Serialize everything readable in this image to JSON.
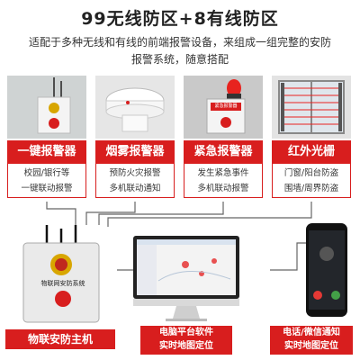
{
  "header": {
    "title": "99无线防区+8有线防区",
    "subtitle": "适配于多种无线和有线的前端报警设备，来组成一组完整的安防报警系统，随意搭配"
  },
  "devices": [
    {
      "label": "一键报警器",
      "desc1": "校园/银行等",
      "desc2": "一键联动报警"
    },
    {
      "label": "烟雾报警器",
      "desc1": "预防火灾报警",
      "desc2": "多机联动通知"
    },
    {
      "label": "紧急报警器",
      "desc1": "发生紧急事件",
      "desc2": "多机联动报警"
    },
    {
      "label": "红外光栅",
      "desc1": "门窗/阳台防盗",
      "desc2": "围墙/周界防盗"
    }
  ],
  "device_photo_texts": {
    "emergency_sign": "紧急报警器"
  },
  "host": {
    "panel_text": "物联网安防系统",
    "label": "物联安防主机"
  },
  "computer": {
    "label_line1": "电脑平台软件",
    "label_line2": "实时地图定位"
  },
  "phone": {
    "label_line1": "电话/微信通知",
    "label_line2": "实时地图定位"
  }
}
